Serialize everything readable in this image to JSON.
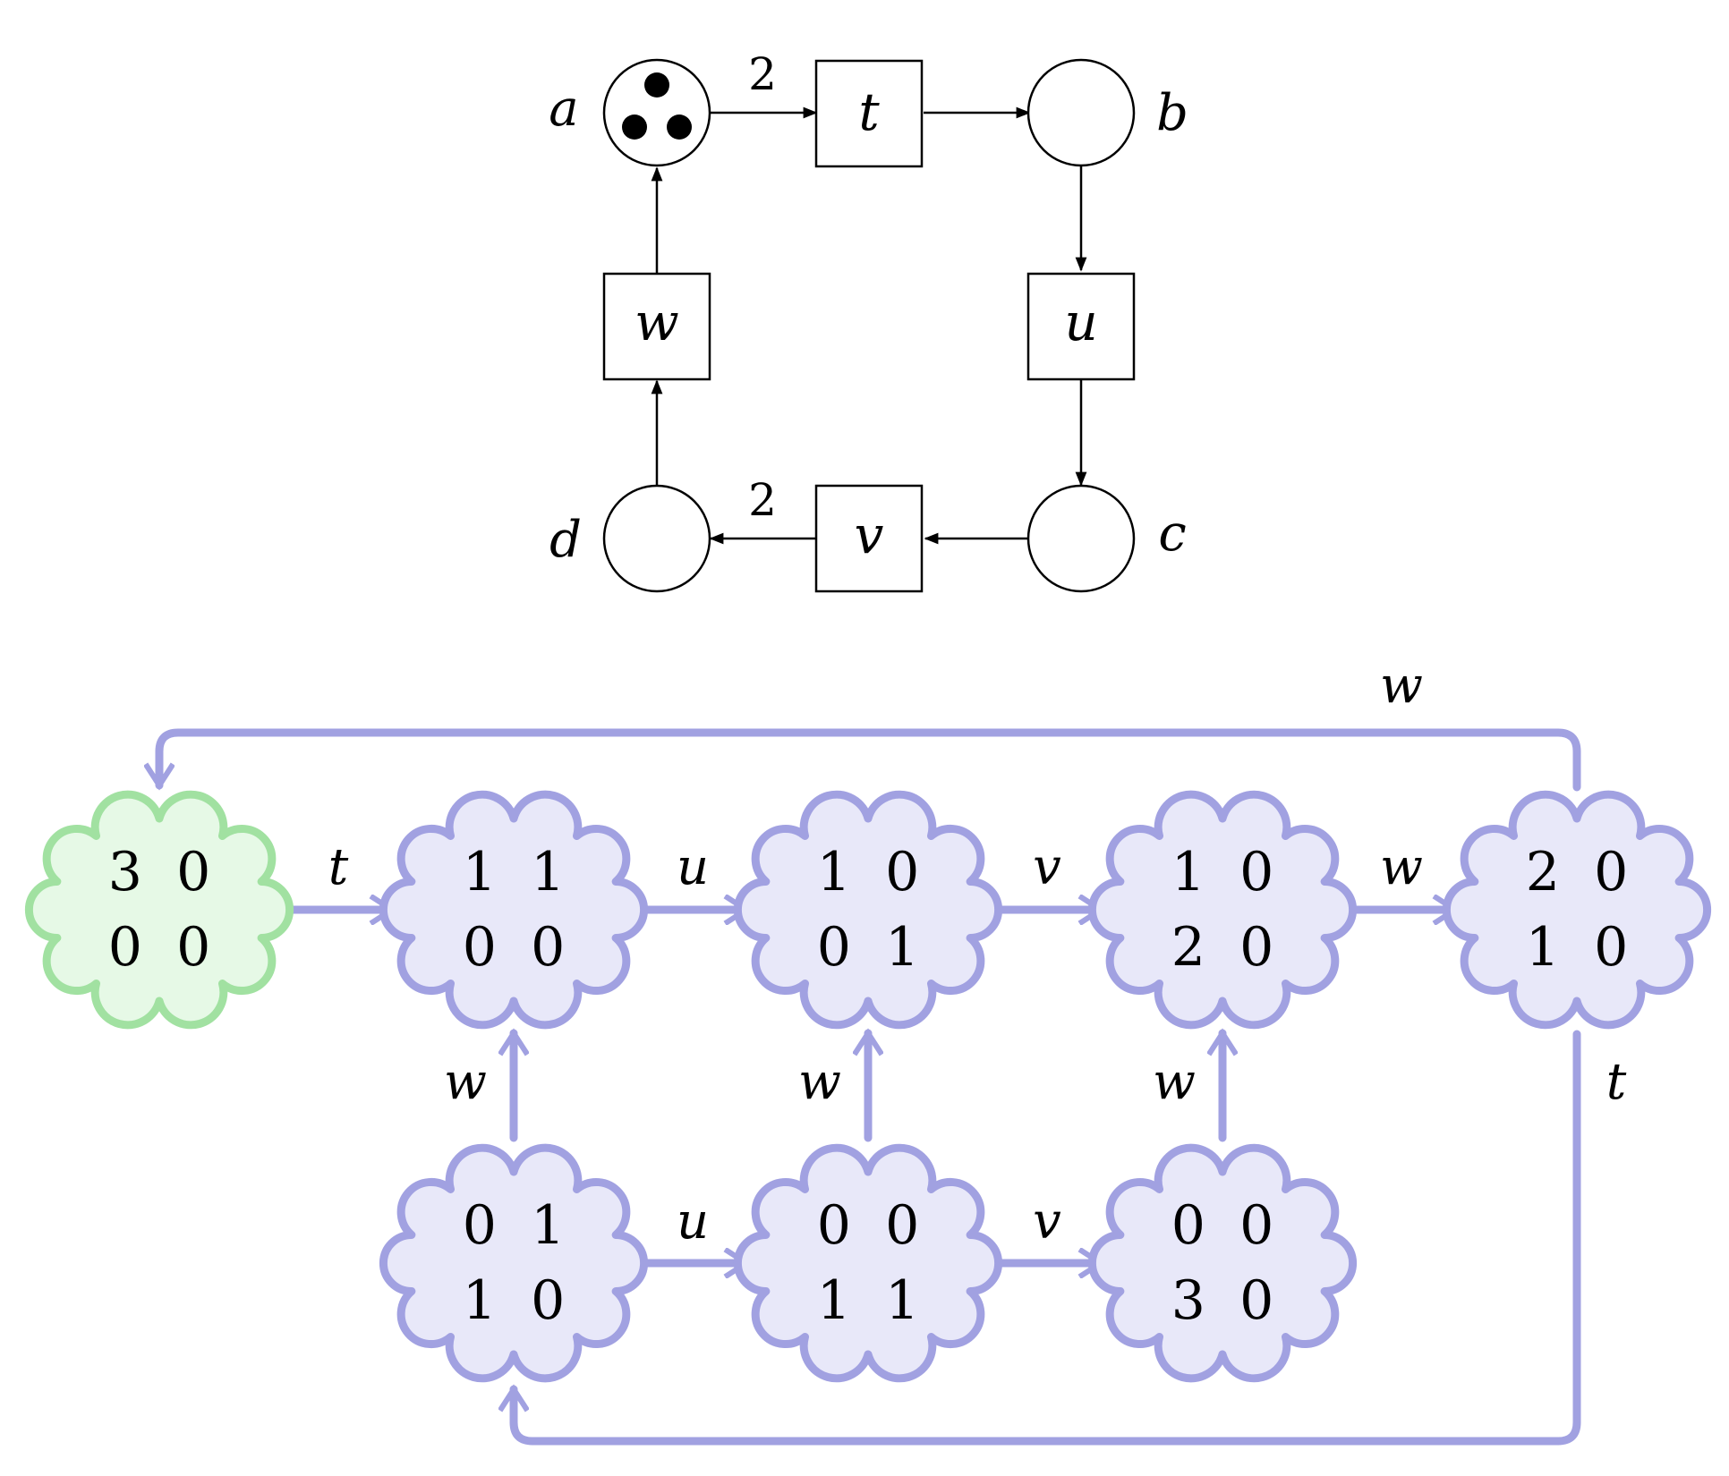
{
  "petri_net": {
    "places": [
      {
        "id": "a",
        "label": "a",
        "tokens": 3
      },
      {
        "id": "b",
        "label": "b",
        "tokens": 0
      },
      {
        "id": "c",
        "label": "c",
        "tokens": 0
      },
      {
        "id": "d",
        "label": "d",
        "tokens": 0
      }
    ],
    "transitions": [
      {
        "id": "t",
        "label": "t"
      },
      {
        "id": "u",
        "label": "u"
      },
      {
        "id": "v",
        "label": "v"
      },
      {
        "id": "w",
        "label": "w"
      }
    ],
    "arcs": [
      {
        "from": "a",
        "to": "t",
        "weight": "2"
      },
      {
        "from": "t",
        "to": "b"
      },
      {
        "from": "b",
        "to": "u"
      },
      {
        "from": "u",
        "to": "c"
      },
      {
        "from": "c",
        "to": "v"
      },
      {
        "from": "v",
        "to": "d",
        "weight": "2"
      },
      {
        "from": "d",
        "to": "w"
      },
      {
        "from": "w",
        "to": "a"
      }
    ]
  },
  "reachability_graph": {
    "colors": {
      "initial_fill": "#e6f9e6",
      "initial_stroke": "#a1e1a1",
      "state_fill": "#e8e8f9",
      "state_stroke": "#a1a1e1",
      "edge": "#a1a1e1"
    },
    "states": [
      {
        "id": "s30_00",
        "row1": "3  0",
        "row2": "0  0",
        "initial": true
      },
      {
        "id": "s11_00",
        "row1": "1  1",
        "row2": "0  0"
      },
      {
        "id": "s10_01",
        "row1": "1  0",
        "row2": "0  1"
      },
      {
        "id": "s10_20",
        "row1": "1  0",
        "row2": "2  0"
      },
      {
        "id": "s20_10",
        "row1": "2  0",
        "row2": "1  0"
      },
      {
        "id": "s01_10",
        "row1": "0  1",
        "row2": "1  0"
      },
      {
        "id": "s00_11",
        "row1": "0  0",
        "row2": "1  1"
      },
      {
        "id": "s00_30",
        "row1": "0  0",
        "row2": "3  0"
      }
    ],
    "edges": [
      {
        "from": "s30_00",
        "to": "s11_00",
        "label": "t"
      },
      {
        "from": "s11_00",
        "to": "s10_01",
        "label": "u"
      },
      {
        "from": "s10_01",
        "to": "s10_20",
        "label": "v"
      },
      {
        "from": "s10_20",
        "to": "s20_10",
        "label": "w"
      },
      {
        "from": "s20_10",
        "to": "s30_00",
        "label": "w"
      },
      {
        "from": "s20_10",
        "to": "s01_10",
        "label": "t"
      },
      {
        "from": "s01_10",
        "to": "s11_00",
        "label": "w"
      },
      {
        "from": "s00_11",
        "to": "s10_01",
        "label": "w"
      },
      {
        "from": "s00_30",
        "to": "s10_20",
        "label": "w"
      },
      {
        "from": "s01_10",
        "to": "s00_11",
        "label": "u"
      },
      {
        "from": "s00_11",
        "to": "s00_30",
        "label": "v"
      }
    ]
  }
}
